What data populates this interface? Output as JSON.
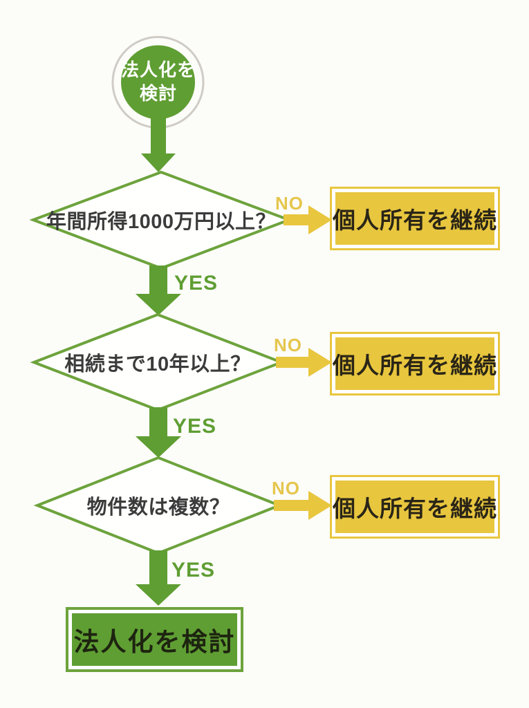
{
  "colors": {
    "green": "#5f9e33",
    "green_stroke": "#6da33c",
    "yellow": "#e8c63e",
    "yellow_label": "#e5c64d",
    "diamond_fill": "#fffffe",
    "question_text": "#3b3b3b",
    "yellow_box_text": "#2a2517",
    "green_box_text": "#1d2410",
    "start_text": "#ffffff",
    "ring": "#cfccc5",
    "background": "#fcfcf9"
  },
  "start": {
    "line1": "法人化を",
    "line2": "検討"
  },
  "decisions": [
    {
      "question": "年間所得1000万円以上？",
      "no_label": "NO",
      "yes_label": "YES",
      "no_result": "個人所有を継続"
    },
    {
      "question": "相続まで10年以上？",
      "no_label": "NO",
      "yes_label": "YES",
      "no_result": "個人所有を継続"
    },
    {
      "question": "物件数は複数？",
      "no_label": "NO",
      "yes_label": "YES",
      "no_result": "個人所有を継続"
    }
  ],
  "final": {
    "label": "法人化を検討"
  }
}
